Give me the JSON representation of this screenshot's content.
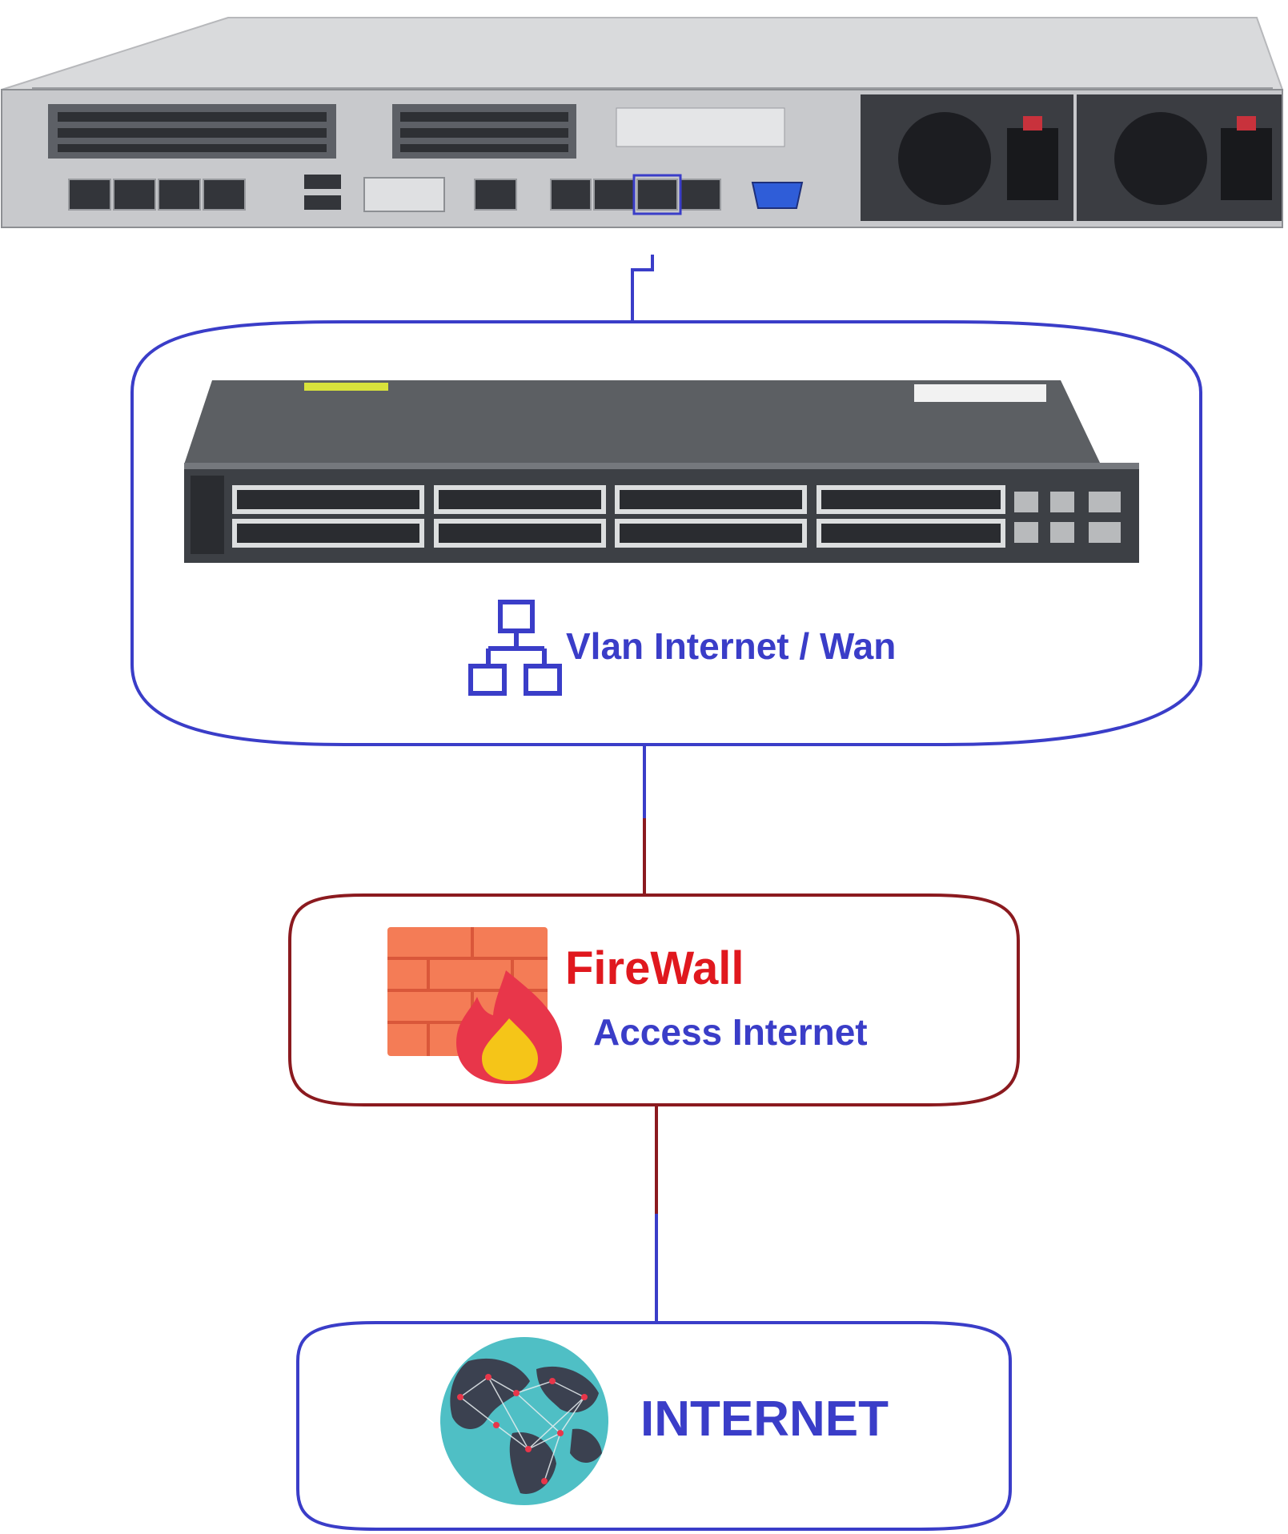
{
  "switch_box": {
    "label": "Vlan Internet / Wan"
  },
  "firewall_box": {
    "title": "FireWall",
    "subtitle": "Access Internet"
  },
  "internet_box": {
    "label": "INTERNET"
  },
  "colors": {
    "blue_line": "#3a3dc8",
    "red_line": "#8b1a1f",
    "firewall_text": "#e0181e",
    "brick": "#f47c56",
    "flame": "#e8364a",
    "flame_core": "#f5c518",
    "globe_sea": "#4fbfc5",
    "globe_land": "#3b4150"
  },
  "icons": [
    "server-image",
    "network-switch-image",
    "network-icon",
    "firewall-icon",
    "globe-icon"
  ]
}
